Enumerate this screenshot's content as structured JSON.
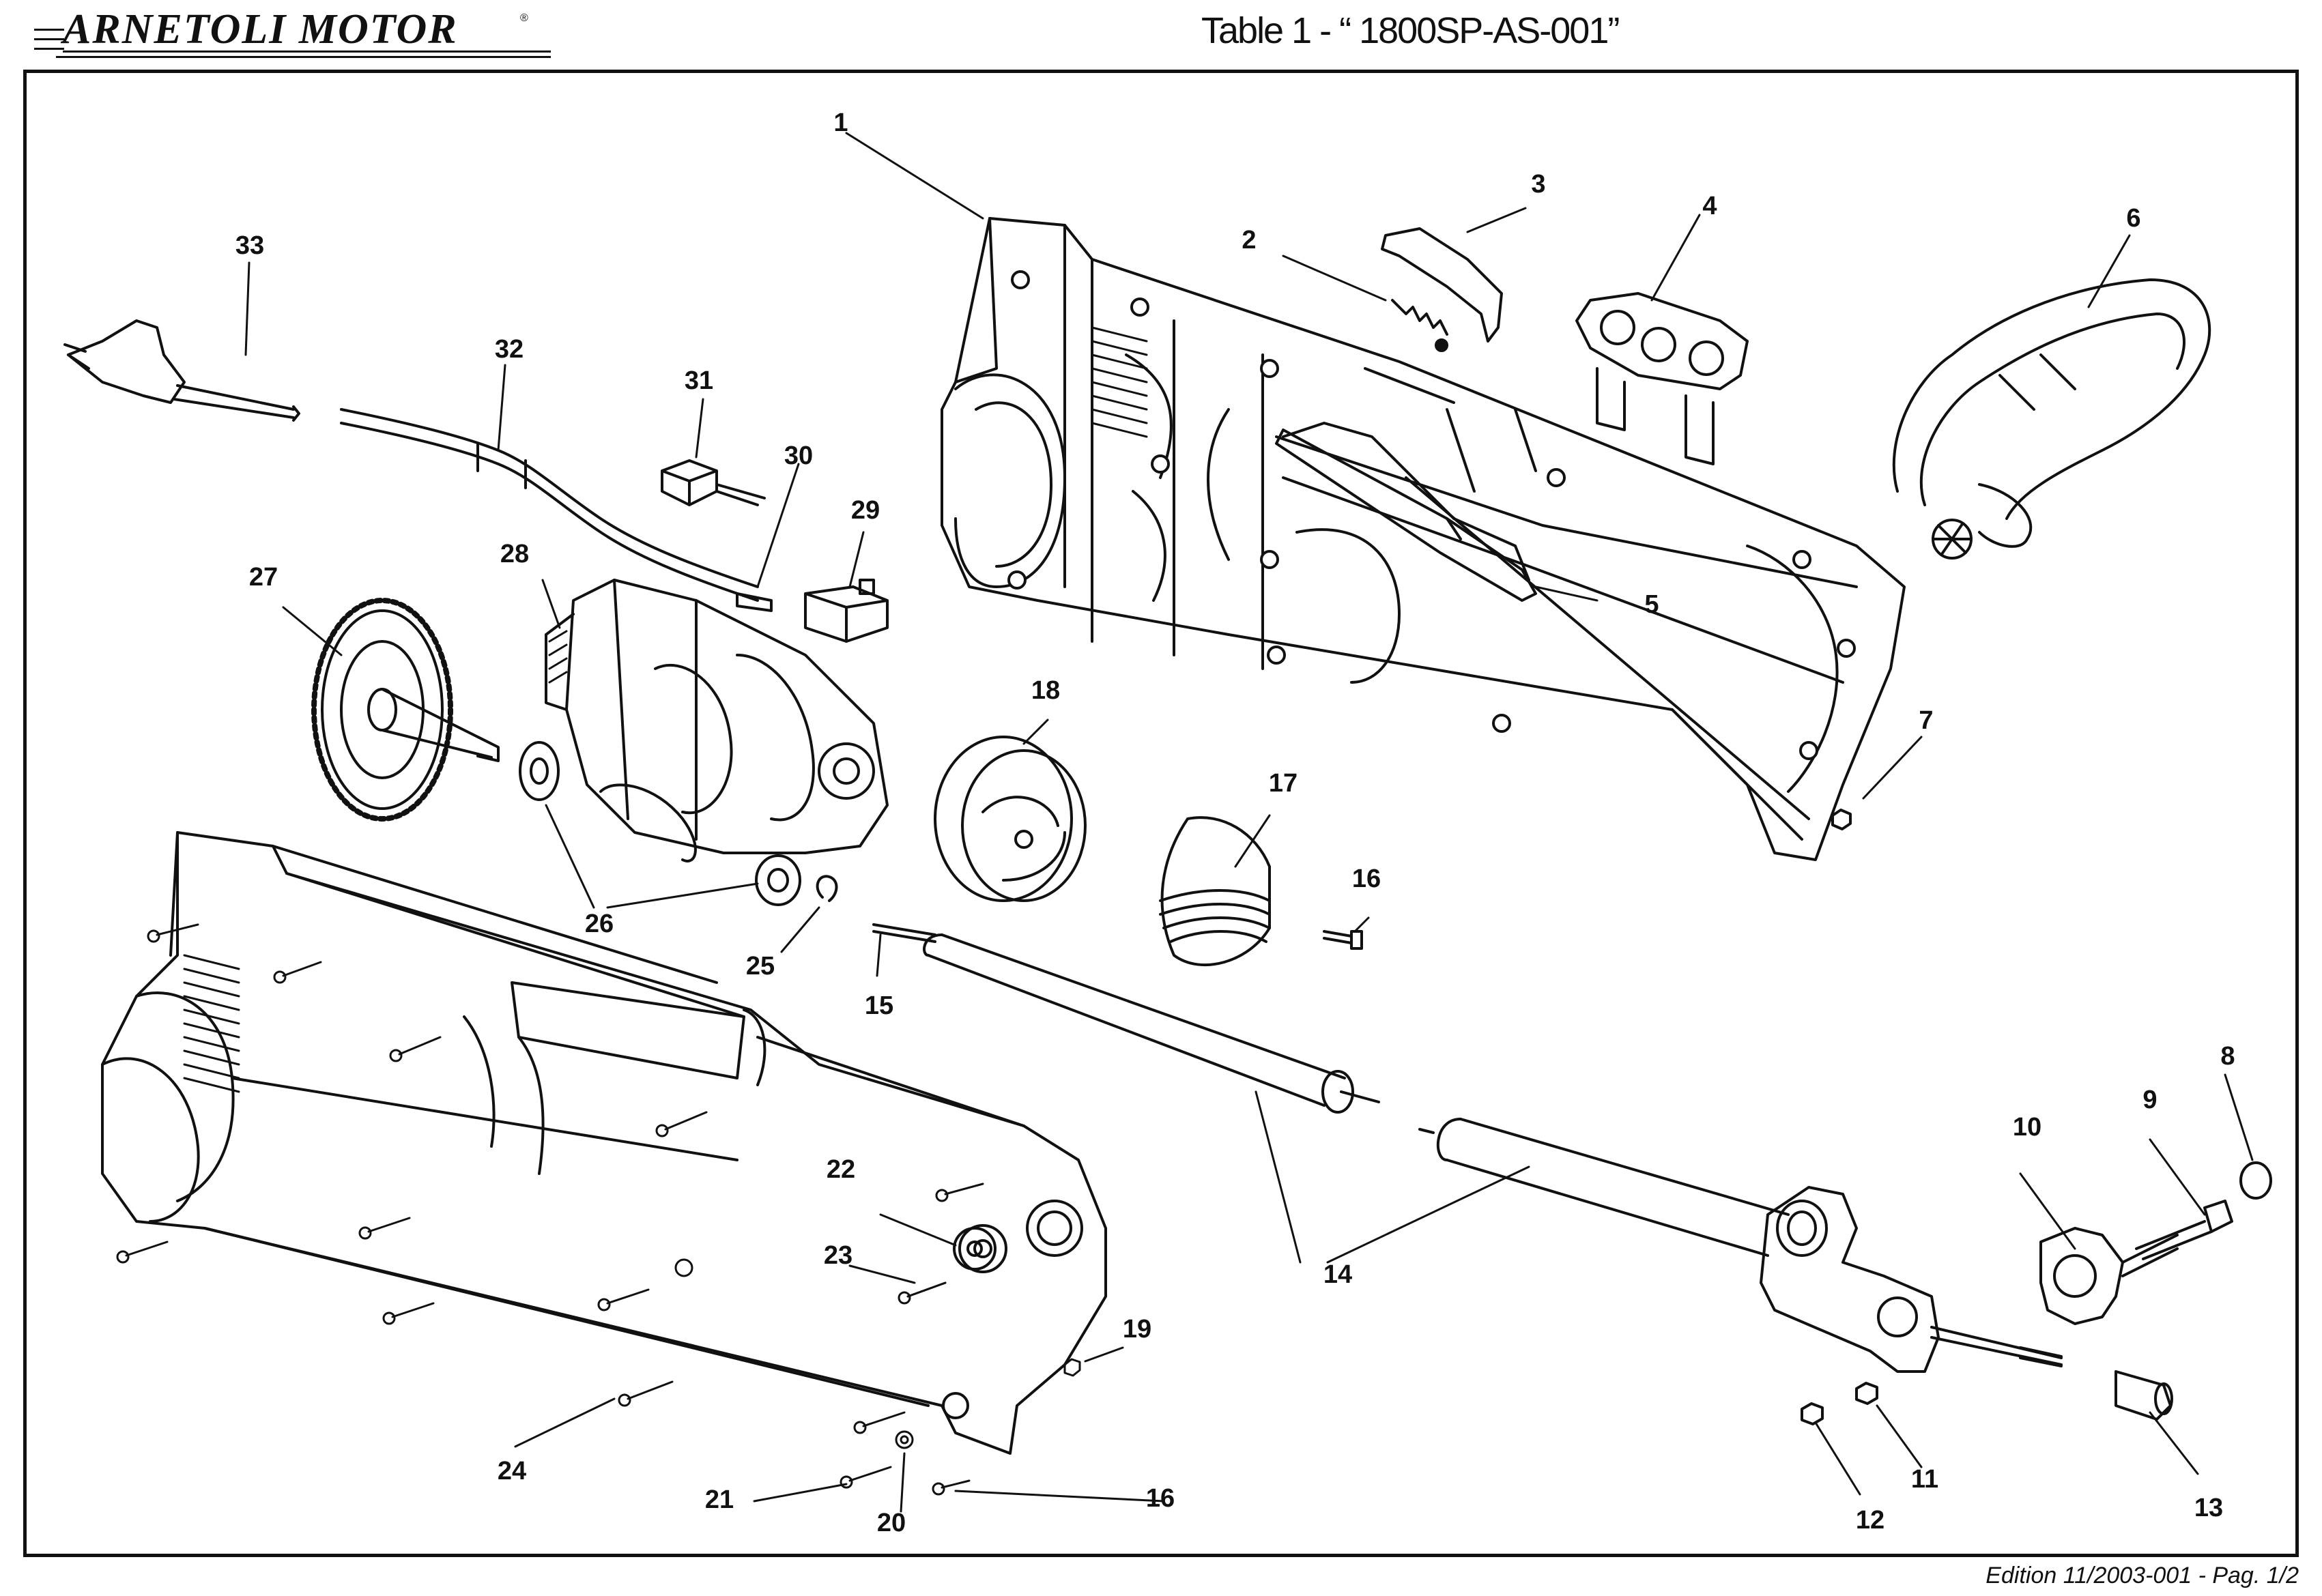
{
  "header": {
    "brand": "ARNETOLI MOTOR",
    "registered_mark": "®",
    "title": "Table 1  -  “ 1800SP-AS-001”"
  },
  "footer": {
    "edition": "Edition 11/2003-001  -  Pag. 1/2"
  },
  "callouts": [
    "1",
    "2",
    "3",
    "4",
    "5",
    "6",
    "7",
    "8",
    "9",
    "10",
    "11",
    "12",
    "13",
    "14",
    "14",
    "15",
    "16",
    "16",
    "17",
    "18",
    "19",
    "20",
    "21",
    "22",
    "23",
    "24",
    "25",
    "26",
    "26",
    "27",
    "28",
    "29",
    "30",
    "31",
    "32",
    "33"
  ],
  "colors": {
    "line": "#111111",
    "background": "#ffffff"
  }
}
